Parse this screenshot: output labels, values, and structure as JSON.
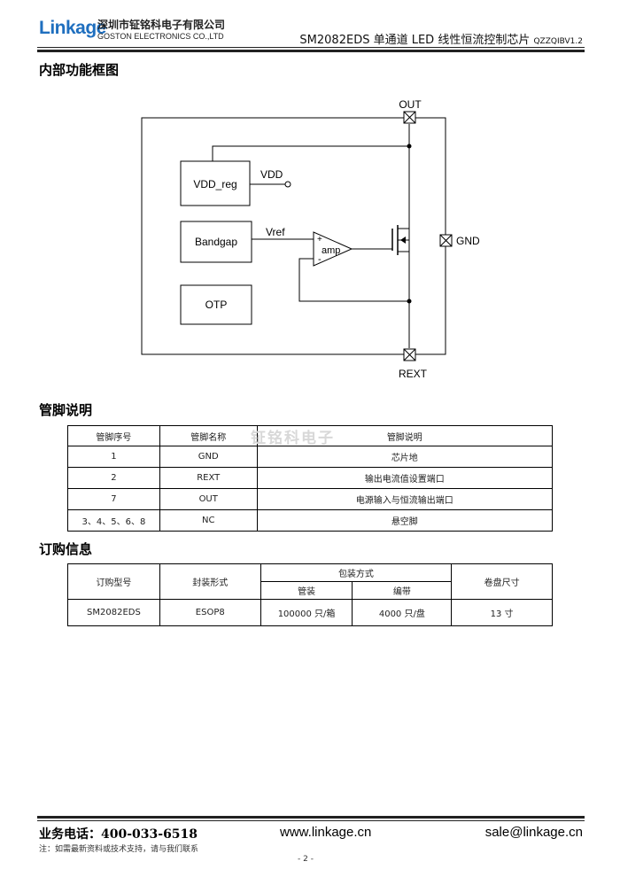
{
  "header": {
    "logo_text": "Linkage",
    "company_cn": "深圳市钲铭科电子有限公司",
    "company_en": "GOSTON ELECTRONICS CO.,LTD",
    "doc_title": "SM2082EDS 单通道 LED 线性恒流控制芯片",
    "doc_version": "QZZQIBV1.2"
  },
  "sections": {
    "block_diagram_title": "内部功能框图",
    "pin_title": "管脚说明",
    "order_title": "订购信息"
  },
  "diagram": {
    "pin_out": "OUT",
    "pin_gnd": "GND",
    "pin_rext": "REXT",
    "vdd_reg": "VDD_reg",
    "vdd": "VDD",
    "bandgap": "Bandgap",
    "otp": "OTP",
    "vref": "Vref",
    "amp": "amp",
    "plus": "+",
    "minus": "-"
  },
  "pin_table": {
    "headers": [
      "管脚序号",
      "管脚名称",
      "管脚说明"
    ],
    "rows": [
      [
        "1",
        "GND",
        "芯片地"
      ],
      [
        "2",
        "REXT",
        "输出电流值设置端口"
      ],
      [
        "7",
        "OUT",
        "电源输入与恒流输出端口"
      ],
      [
        "3、4、5、6、8",
        "NC",
        "悬空脚"
      ]
    ],
    "watermark": "钲铭科电子"
  },
  "order_table": {
    "headers": {
      "model": "订购型号",
      "package": "封装形式",
      "packing": "包装方式",
      "tube": "管装",
      "tape": "编带",
      "reel": "卷盘尺寸"
    },
    "row": {
      "model": "SM2082EDS",
      "package": "ESOP8",
      "tube": "100000 只/箱",
      "tape": "4000 只/盘",
      "reel": "13 寸"
    }
  },
  "footer": {
    "phone": "业务电话：400-033-6518",
    "website": "www.linkage.cn",
    "email": "sale@linkage.cn",
    "note": "注：如需最新资料或技术支持，请与我们联系",
    "page": "- 2 -"
  }
}
